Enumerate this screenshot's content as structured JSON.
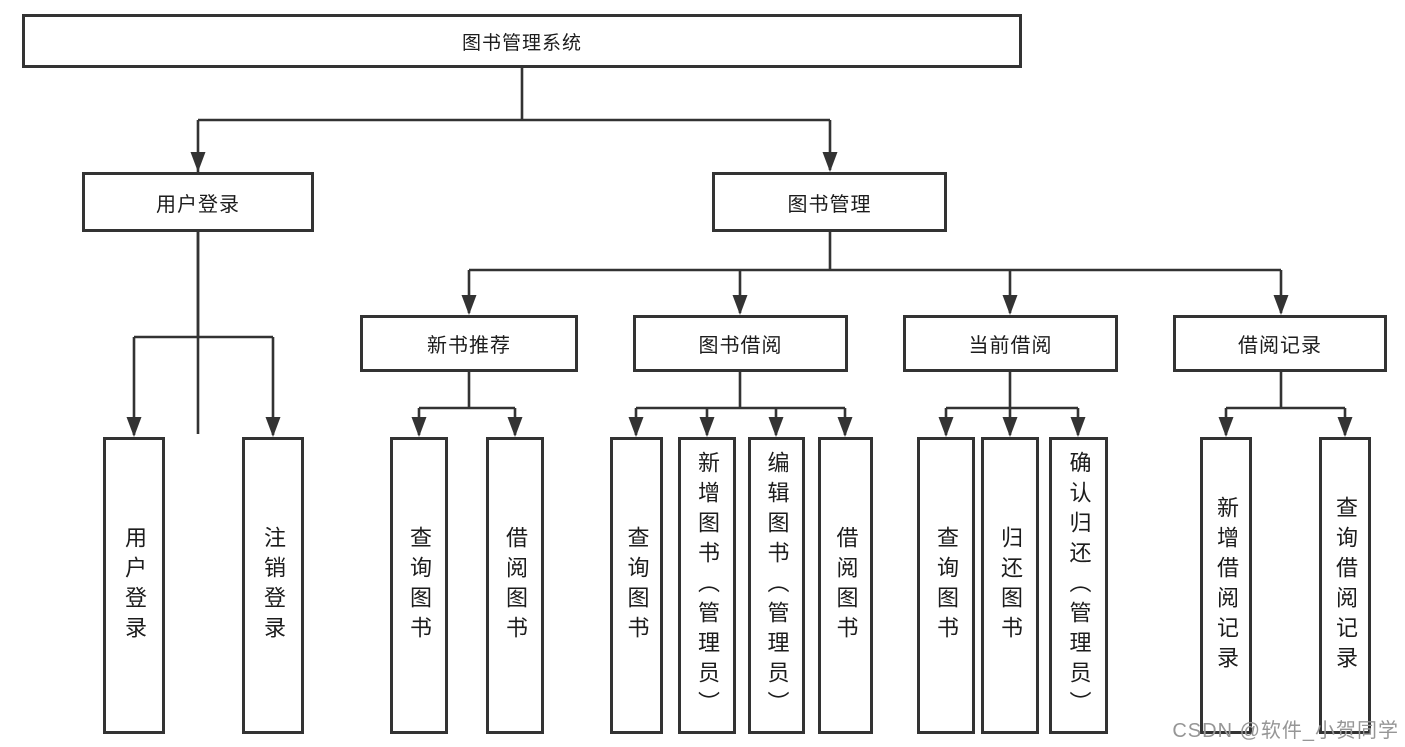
{
  "colors": {
    "background": "#ffffff",
    "line": "#333333",
    "box_border": "#333333",
    "box_fill": "#ffffff",
    "text": "#1c1c1c",
    "watermark": "#969696"
  },
  "nodes": {
    "root": "图书管理系统",
    "level2": [
      "用户登录",
      "图书管理"
    ],
    "level3": [
      "新书推荐",
      "图书借阅",
      "当前借阅",
      "借阅记录"
    ],
    "leaves": {
      "user_login": [
        "用户登录",
        "注销登录"
      ],
      "new_book_recommend": [
        "查询图书",
        "借阅图书"
      ],
      "book_borrow": [
        "查询图书",
        "新增图书（管理员）",
        "编辑图书（管理员）",
        "借阅图书"
      ],
      "current_borrow": [
        "查询图书",
        "归还图书",
        "确认归还（管理员）"
      ],
      "borrow_records": [
        "新增借阅记录",
        "查询借阅记录"
      ]
    }
  },
  "watermark": "CSDN @软件_小贺同学"
}
